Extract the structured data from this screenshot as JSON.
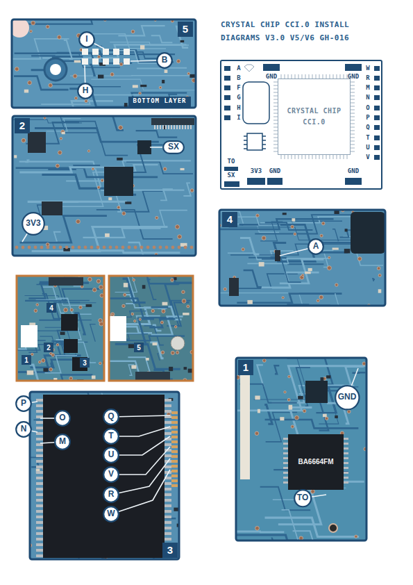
{
  "diagram": {
    "title": "CRYSTAL CHIP CCI.0 INSTALL DIAGRAMS V3.0 V5/V6 GH-016",
    "nodes": [
      {
        "text": [
          "5"
        ]
      },
      {
        "text": [
          "I"
        ]
      },
      {
        "text": [
          "B"
        ]
      },
      {
        "text": [
          "H"
        ]
      },
      {
        "text": [
          "BOTTOM LAYER"
        ]
      },
      {
        "text": [
          "CRYSTAL CHIP CCI.0"
        ]
      },
      {
        "text": [
          "2"
        ]
      },
      {
        "text": [
          "SX"
        ]
      },
      {
        "text": [
          "3V3"
        ]
      },
      {
        "text": [
          "4"
        ]
      },
      {
        "text": [
          "A"
        ]
      },
      {
        "text": [
          "4"
        ]
      },
      {
        "text": [
          "2"
        ]
      },
      {
        "text": [
          "1"
        ]
      },
      {
        "text": [
          "3"
        ]
      },
      {
        "text": [
          "5"
        ]
      },
      {
        "text": [
          "P"
        ]
      },
      {
        "text": [
          "O"
        ]
      },
      {
        "text": [
          "Q"
        ]
      },
      {
        "text": [
          "N"
        ]
      },
      {
        "text": [
          "T"
        ]
      },
      {
        "text": [
          "M"
        ]
      },
      {
        "text": [
          "U"
        ]
      },
      {
        "text": [
          "V"
        ]
      },
      {
        "text": [
          "R"
        ]
      },
      {
        "text": [
          "W"
        ]
      },
      {
        "text": [
          "3"
        ]
      },
      {
        "text": [
          "1"
        ]
      },
      {
        "text": [
          "GND"
        ]
      },
      {
        "text": [
          "TO"
        ]
      }
    ],
    "edges": [],
    "labels": [
      "A",
      "B",
      "F",
      "G",
      "H",
      "I",
      "GND",
      "GND",
      "W",
      "R",
      "M",
      "N",
      "O",
      "P",
      "Q",
      "T",
      "U",
      "V",
      "TO",
      "SX",
      "3V3",
      "GND",
      "GND",
      "BA6664FM"
    ]
  }
}
